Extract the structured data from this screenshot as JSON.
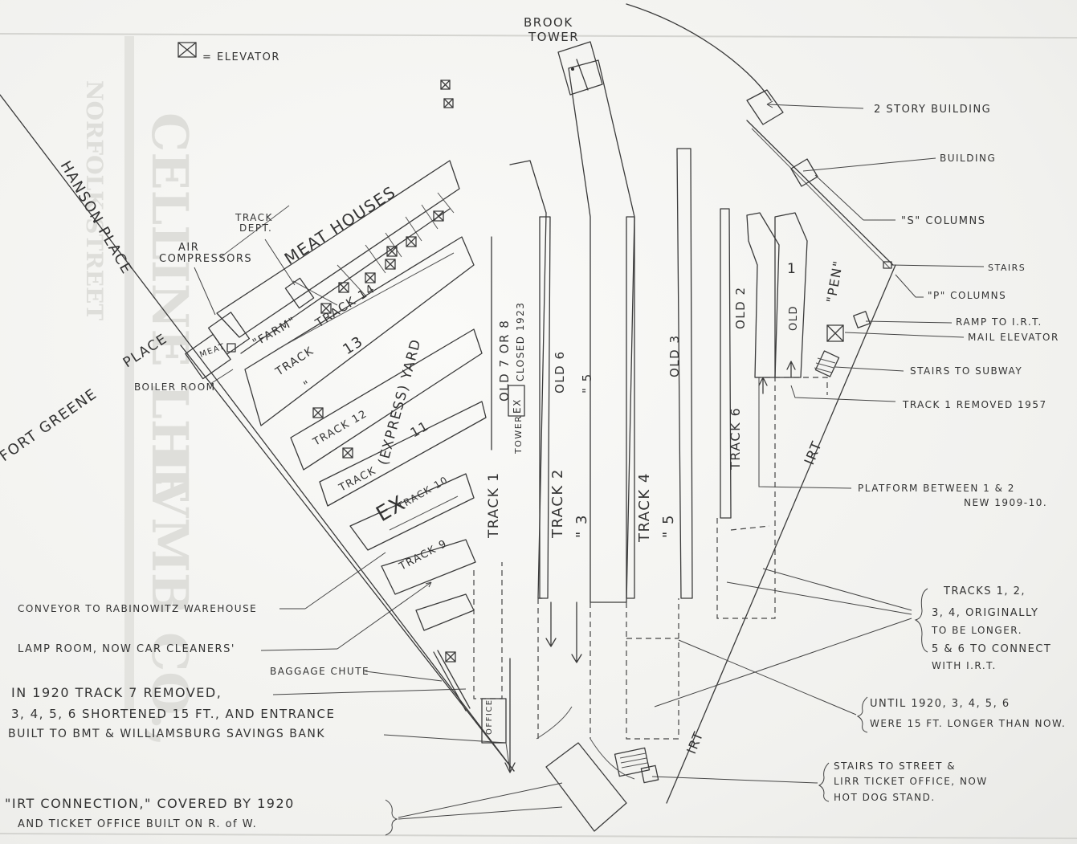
{
  "legend": {
    "elevator": "= ELEVATOR"
  },
  "tower": {
    "line1": "BROOK",
    "line2": "TOWER"
  },
  "streets": {
    "hanson": "HANSON PLACE",
    "fort_greene": "FORT GREENE",
    "place": "PLACE",
    "irt_upper": "IRT",
    "irt_lower": "IRT"
  },
  "structures": {
    "meat_houses": "MEAT  HOUSES",
    "track_dept_1": "TRACK",
    "track_dept_2": "DEPT.",
    "air_1": "AIR",
    "air_2": "COMPRESSORS",
    "meat": "MEAT",
    "farm": "\"FARM\"",
    "boiler_room": "BOILER  ROOM",
    "express_yard": "(EXPRESS) YARD",
    "ex_big": "EX",
    "tower_label": "TOWER",
    "ex_box": "EX",
    "closed": "CLOSED 1923",
    "office": "OFFICE",
    "pen": "\"PEN\""
  },
  "tracks": {
    "t14": "TRACK  14",
    "t13": "13",
    "t13_ditto": "\"",
    "t12": "TRACK  12",
    "t11": "11",
    "t10": "TRACK 10",
    "t9": "TRACK  9",
    "tb": "TRACK",
    "t1": "TRACK  1",
    "old78": "OLD  7 OR 8",
    "t2": "TRACK  2",
    "t3": "\"  3",
    "old6": "OLD  6",
    "old6_5": "\"  5",
    "t4": "TRACK  4",
    "t5": "\"  5",
    "old3": "OLD  3",
    "t6": "TRACK  6",
    "old2": "OLD  2",
    "old1_old": "OLD",
    "old1_num": "1"
  },
  "annotations": {
    "two_story": "2  STORY  BUILDING",
    "building": "BUILDING",
    "s_columns": "\"S\"  COLUMNS",
    "stairs": "STAIRS",
    "p_columns": "\"P\"  COLUMNS",
    "ramp": "RAMP TO  I.R.T.",
    "mail": "MAIL  ELEVATOR",
    "stairs_subway": "STAIRS  TO  SUBWAY",
    "track1_removed": "TRACK  1  REMOVED  1957",
    "platform_1": "PLATFORM  BETWEEN  1 & 2",
    "platform_2": "NEW  1909-10.",
    "tracks_longer_1": "TRACKS  1, 2,",
    "tracks_longer_2": "3, 4,  ORIGINALLY",
    "tracks_longer_3": "TO  BE  LONGER.",
    "tracks_longer_4": "5 & 6  TO  CONNECT",
    "tracks_longer_5": "WITH  I.R.T.",
    "until_1": "UNTIL 1920,  3, 4, 5, 6",
    "until_2": "WERE  15 FT.  LONGER  THAN  NOW.",
    "stairs_street_1": "STAIRS  TO  STREET &",
    "stairs_street_2": "LIRR  TICKET  OFFICE,  NOW",
    "stairs_street_3": "HOT  DOG  STAND.",
    "conveyor": "CONVEYOR  TO  RABINOWITZ  WAREHOUSE",
    "lamp_room": "LAMP  ROOM,  NOW  CAR  CLEANERS'",
    "baggage": "BAGGAGE  CHUTE",
    "in1920_1": "IN  1920   TRACK  7   REMOVED,",
    "in1920_2": "3, 4, 5, 6   SHORTENED   15 FT.,  AND   ENTRANCE",
    "in1920_3": "BUILT  TO   BMT  &  WILLIAMSBURG  SAVINGS  BANK",
    "irt_conn_1": "\"IRT  CONNECTION,\"   COVERED  BY  1920",
    "irt_conn_2": "AND   TICKET   OFFICE   BUILT   ON  R. of W."
  },
  "watermark": {
    "text1": "CELLINE LHE",
    "text2": "LVMB CO.,",
    "text3": "NORFOLK STREET"
  }
}
